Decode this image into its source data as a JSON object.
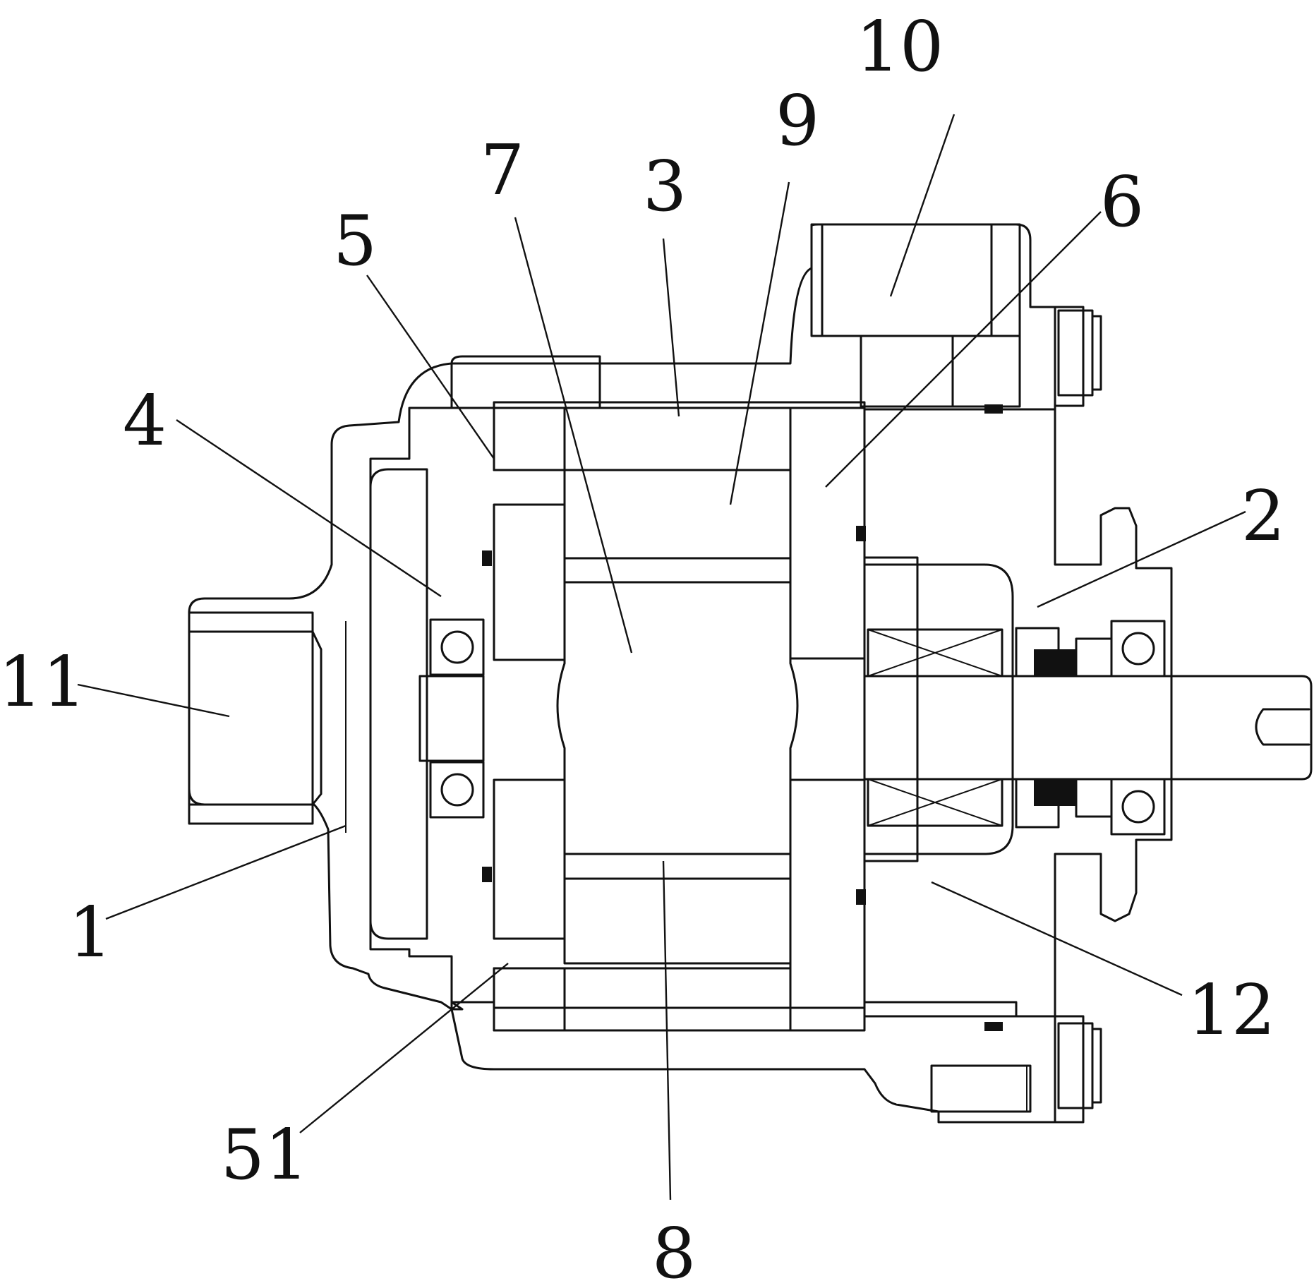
{
  "diagram": {
    "callouts": [
      {
        "id": "c10",
        "label": "10"
      },
      {
        "id": "c9",
        "label": "9"
      },
      {
        "id": "c7",
        "label": "7"
      },
      {
        "id": "c3",
        "label": "3"
      },
      {
        "id": "c6",
        "label": "6"
      },
      {
        "id": "c5",
        "label": "5"
      },
      {
        "id": "c4",
        "label": "4"
      },
      {
        "id": "c2",
        "label": "2"
      },
      {
        "id": "c11",
        "label": "11"
      },
      {
        "id": "c1",
        "label": "1"
      },
      {
        "id": "c12",
        "label": "12"
      },
      {
        "id": "c51",
        "label": "51"
      },
      {
        "id": "c8",
        "label": "8"
      }
    ]
  }
}
